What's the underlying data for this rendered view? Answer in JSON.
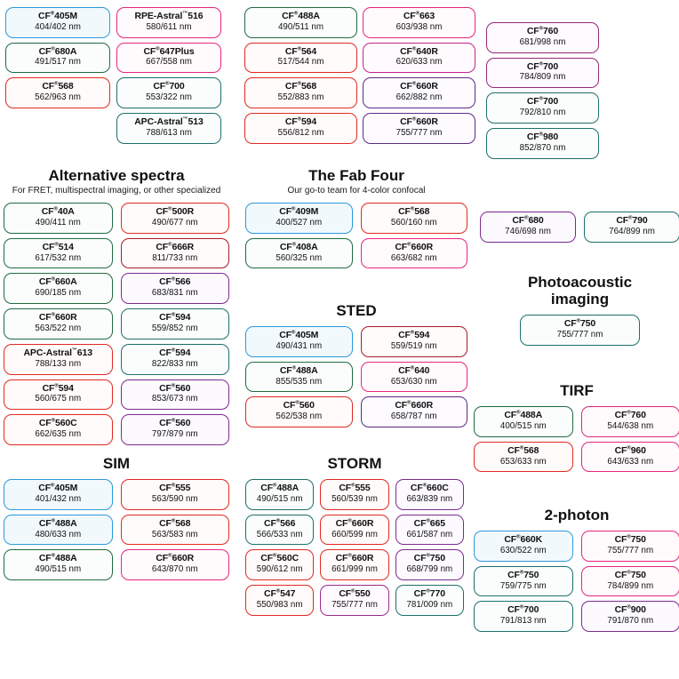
{
  "meta": {
    "tm_reg": "®",
    "tm_tm": "™",
    "unit": "nm"
  },
  "colors": {
    "blue": "#2b9ada",
    "green": "#1e6b42",
    "teal": "#1d6f6b",
    "red": "#e02a20",
    "darkred": "#a81a2a",
    "pink": "#e5267f",
    "magenta": "#c0248c",
    "purple": "#7d2a8e",
    "violet": "#5b2a86",
    "plum": "#93297a",
    "text": "#111111",
    "background": "#ffffff"
  },
  "top": {
    "colA": [
      {
        "name": "CF®405M",
        "wl": "404/402 nm",
        "color": "blue"
      },
      {
        "name": "CF®680A",
        "wl": "491/517 nm",
        "color": "green"
      },
      {
        "name": "CF®568",
        "wl": "562/963 nm",
        "color": "red"
      }
    ],
    "colB": [
      {
        "name": "RPE-Astral™516",
        "wl": "580/611 nm",
        "color": "pink"
      },
      {
        "name": "CF®647Plus",
        "wl": "667/558 nm",
        "color": "pink"
      },
      {
        "name": "CF®700",
        "wl": "553/322 nm",
        "color": "teal"
      },
      {
        "name": "APC-Astral™513",
        "wl": "788/613 nm",
        "color": "teal"
      }
    ],
    "colC": [
      {
        "name": "CF®488A",
        "wl": "490/511 nm",
        "color": "green"
      },
      {
        "name": "CF®564",
        "wl": "517/544 nm",
        "color": "red"
      },
      {
        "name": "CF®568",
        "wl": "552/883 nm",
        "color": "red"
      },
      {
        "name": "CF®594",
        "wl": "556/812 nm",
        "color": "red"
      }
    ],
    "colD": [
      {
        "name": "CF®663",
        "wl": "603/938 nm",
        "color": "pink"
      },
      {
        "name": "CF®640R",
        "wl": "620/633 nm",
        "color": "magenta"
      },
      {
        "name": "CF®660R",
        "wl": "662/882 nm",
        "color": "violet"
      },
      {
        "name": "CF®660R",
        "wl": "755/777 nm",
        "color": "violet"
      }
    ],
    "colE": [
      {
        "name": "CF®760",
        "wl": "681/998 nm",
        "color": "plum"
      },
      {
        "name": "CF®700",
        "wl": "784/809 nm",
        "color": "plum"
      },
      {
        "name": "CF®700",
        "wl": "792/810 nm",
        "color": "teal"
      },
      {
        "name": "CF®980",
        "wl": "852/870 nm",
        "color": "teal"
      }
    ]
  },
  "sections": {
    "alternative": {
      "title": "Alternative spectra",
      "subtitle": "For FRET, multispectral imaging, or other specialized",
      "left": [
        {
          "name": "CF®40A",
          "wl": "490/411 nm",
          "color": "green"
        },
        {
          "name": "CF®514",
          "wl": "617/532 nm",
          "color": "green"
        },
        {
          "name": "CF®660A",
          "wl": "690/185 nm",
          "color": "green"
        },
        {
          "name": "CF®660R",
          "wl": "563/522 nm",
          "color": "green"
        },
        {
          "name": "APC-Astral™613",
          "wl": "788/133 nm",
          "color": "red"
        },
        {
          "name": "CF®594",
          "wl": "560/675 nm",
          "color": "red"
        },
        {
          "name": "CF®560C",
          "wl": "662/635 nm",
          "color": "red"
        }
      ],
      "right": [
        {
          "name": "CF®500R",
          "wl": "490/677 nm",
          "color": "red"
        },
        {
          "name": "CF®666R",
          "wl": "811/733 nm",
          "color": "darkred"
        },
        {
          "name": "CF®566",
          "wl": "683/831 nm",
          "color": "purple"
        },
        {
          "name": "CF®594",
          "wl": "559/852 nm",
          "color": "teal"
        },
        {
          "name": "CF®594",
          "wl": "822/833 nm",
          "color": "teal"
        },
        {
          "name": "CF®560",
          "wl": "853/673 nm",
          "color": "purple"
        },
        {
          "name": "CF®560",
          "wl": "797/879 nm",
          "color": "purple"
        }
      ]
    },
    "fab_four": {
      "title": "The Fab Four",
      "subtitle": "Our go-to team for 4-color confocal",
      "left": [
        {
          "name": "CF®409M",
          "wl": "400/527 nm",
          "color": "blue"
        },
        {
          "name": "CF®408A",
          "wl": "560/325 nm",
          "color": "green"
        }
      ],
      "right": [
        {
          "name": "CF®568",
          "wl": "560/160 nm",
          "color": "red"
        },
        {
          "name": "CF®660R",
          "wl": "663/682 nm",
          "color": "pink"
        }
      ]
    },
    "sted": {
      "title": "STED",
      "subtitle": "",
      "left": [
        {
          "name": "CF®405M",
          "wl": "490/431 nm",
          "color": "blue"
        },
        {
          "name": "CF®488A",
          "wl": "855/535 nm",
          "color": "green"
        },
        {
          "name": "CF®560",
          "wl": "562/538 nm",
          "color": "red"
        }
      ],
      "right": [
        {
          "name": "CF®594",
          "wl": "559/519 nm",
          "color": "darkred"
        },
        {
          "name": "CF®640",
          "wl": "653/630 nm",
          "color": "pink"
        },
        {
          "name": "CF®660R",
          "wl": "658/787 nm",
          "color": "violet"
        }
      ]
    },
    "photoacoustic_pair": [
      {
        "name": "CF®680",
        "wl": "746/698 nm",
        "color": "purple"
      },
      {
        "name": "CF®790",
        "wl": "764/899 nm",
        "color": "teal"
      }
    ],
    "photoacoustic": {
      "title_line1": "Photoacoustic",
      "title_line2": "imaging",
      "items": [
        {
          "name": "CF®750",
          "wl": "755/777 nm",
          "color": "teal"
        }
      ]
    },
    "tirf": {
      "title": "TIRF",
      "left": [
        {
          "name": "CF®488A",
          "wl": "400/515 nm",
          "color": "green"
        },
        {
          "name": "CF®568",
          "wl": "653/633 nm",
          "color": "red"
        }
      ],
      "right": [
        {
          "name": "CF®760",
          "wl": "544/638 nm",
          "color": "pink"
        },
        {
          "name": "CF®960",
          "wl": "643/633 nm",
          "color": "pink"
        }
      ]
    },
    "sim": {
      "title": "SIM",
      "left": [
        {
          "name": "CF®405M",
          "wl": "401/432 nm",
          "color": "blue"
        },
        {
          "name": "CF®488A",
          "wl": "480/633 nm",
          "color": "blue"
        },
        {
          "name": "CF®488A",
          "wl": "490/515 nm",
          "color": "green"
        }
      ],
      "right": [
        {
          "name": "CF®555",
          "wl": "563/590 nm",
          "color": "red"
        },
        {
          "name": "CF®568",
          "wl": "563/583 nm",
          "color": "red"
        },
        {
          "name": "CF®660R",
          "wl": "643/870 nm",
          "color": "pink"
        }
      ]
    },
    "storm": {
      "title": "STORM",
      "col1": [
        {
          "name": "CF®488A",
          "wl": "490/515 nm",
          "color": "teal"
        },
        {
          "name": "CF®566",
          "wl": "566/533 nm",
          "color": "teal"
        },
        {
          "name": "CF®560C",
          "wl": "590/612 nm",
          "color": "red"
        },
        {
          "name": "CF®547",
          "wl": "550/983 nm",
          "color": "red"
        }
      ],
      "col2": [
        {
          "name": "CF®555",
          "wl": "560/539 nm",
          "color": "red"
        },
        {
          "name": "CF®660R",
          "wl": "660/599 nm",
          "color": "red"
        },
        {
          "name": "CF®660R",
          "wl": "661/999 nm",
          "color": "red"
        },
        {
          "name": "CF®550",
          "wl": "755/777 nm",
          "color": "grad-pr"
        }
      ],
      "col3": [
        {
          "name": "CF®660C",
          "wl": "663/839 nm",
          "color": "purple"
        },
        {
          "name": "CF®665",
          "wl": "661/587 nm",
          "color": "purple"
        },
        {
          "name": "CF®750",
          "wl": "668/799 nm",
          "color": "purple"
        },
        {
          "name": "CF®770",
          "wl": "781/009 nm",
          "color": "teal"
        }
      ]
    },
    "two_photon": {
      "title": "2-photon",
      "left": [
        {
          "name": "CF®660K",
          "wl": "630/522 nm",
          "color": "blue"
        },
        {
          "name": "CF®750",
          "wl": "759/775 nm",
          "color": "teal"
        },
        {
          "name": "CF®700",
          "wl": "791/813 nm",
          "color": "teal"
        }
      ],
      "right": [
        {
          "name": "CF®750",
          "wl": "755/777 nm",
          "color": "pink"
        },
        {
          "name": "CF®750",
          "wl": "784/899 nm",
          "color": "pink"
        },
        {
          "name": "CF®900",
          "wl": "791/870 nm",
          "color": "purple"
        }
      ]
    }
  }
}
